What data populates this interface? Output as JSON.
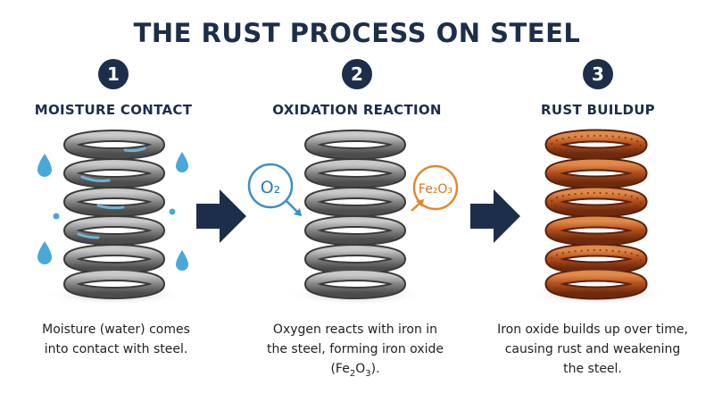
{
  "title": "THE RUST PROCESS ON STEEL",
  "steps": [
    {
      "number": "1",
      "label": "MOISTURE CONTACT",
      "desc_lines": [
        "Moisture (water) comes",
        "into contact with steel."
      ]
    },
    {
      "number": "2",
      "label": "OXIDATION REACTION",
      "desc_lines": [
        "Oxygen reacts with iron in",
        "the steel, forming iron oxide"
      ],
      "desc_formula_pre": "(Fe",
      "desc_formula_sub1": "2",
      "desc_formula_mid": "O",
      "desc_formula_sub2": "3",
      "desc_formula_post": ")."
    },
    {
      "number": "3",
      "label": "RUST BUILDUP",
      "desc_lines": [
        "Iron oxide builds up over time,",
        "causing rust and weakening",
        "the steel."
      ]
    }
  ],
  "oxygen_label": "O₂",
  "iron_oxide_label": "Fe₂O₃",
  "colors": {
    "navy": "#1c2e4a",
    "water": "#4aa8d8",
    "oxygen": "#3b8fc7",
    "rust_accent": "#e0892f",
    "steel": "#7a7a7a",
    "rust": "#b5501f"
  }
}
